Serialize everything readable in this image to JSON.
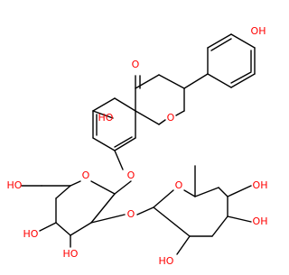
{
  "molecule": {
    "atom_labels": {
      "carbonyl_o": "O",
      "phenol_oh": "OH",
      "ring_c_o": "O",
      "a_ring_oh": "HO",
      "glycoside_o": "O",
      "glc_ch2oh": "HO",
      "glc_ring_o": "O",
      "glc_linkage_o": "O",
      "rha_ring_o": "O",
      "glc_oh_lower_left": "HO",
      "glc_oh_bottom": "HO",
      "rha_oh_right": "OH",
      "rha_oh_lower_right": "OH",
      "rha_oh_bottom": "HO"
    }
  },
  "colors": {
    "bond": "#000000",
    "oxygen": "#ff0000"
  }
}
